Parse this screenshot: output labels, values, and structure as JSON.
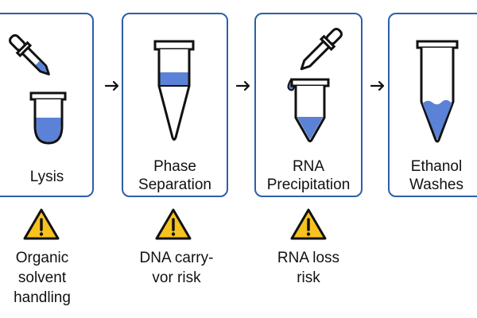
{
  "colors": {
    "border": "#2c5fa8",
    "liquid": "#5b82d6",
    "warning_fill": "#f7c21f",
    "outline": "#111111"
  },
  "steps": [
    {
      "label": "Lysis",
      "icon": "dropper-tube-icon"
    },
    {
      "label": "Phase\nSeparation",
      "icon": "tube-middle-layer-icon"
    },
    {
      "label": "RNA\nPrecipitation",
      "icon": "dropper-tube-icon"
    },
    {
      "label": "Ethanol\nWashes",
      "icon": "conical-tube-icon"
    }
  ],
  "risks": [
    {
      "text": "Organic\nsolvent\nhandling",
      "icon": "warning-icon"
    },
    {
      "text": "DNA carry-\nvor risk",
      "icon": "warning-icon"
    },
    {
      "text": "RNA loss\nrisk",
      "icon": "warning-icon"
    }
  ]
}
